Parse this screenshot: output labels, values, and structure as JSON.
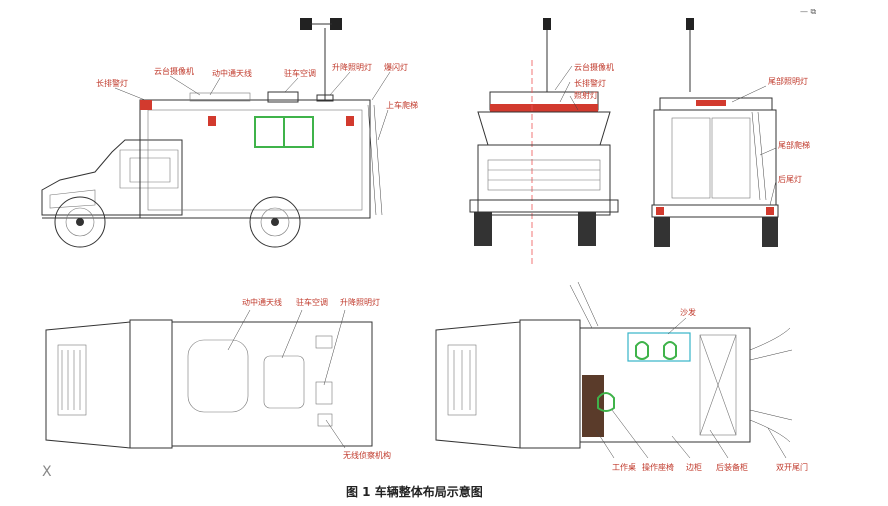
{
  "top_right_mark": "— ⧉",
  "side_view": {
    "labels": {
      "light_bar": "长排警灯",
      "ptz_camera": "云台摄像机",
      "mobile_antenna": "动中通天线",
      "parking_ac": "驻车空调",
      "lift_light": "升降照明灯",
      "strobe_light": "爆闪灯",
      "boarding_ladder": "上车爬梯"
    }
  },
  "front_view": {
    "labels": {
      "ptz_camera": "云台摄像机",
      "light_bar": "长排警灯",
      "flood_light": "照射灯"
    }
  },
  "rear_view": {
    "labels": {
      "tail_light": "尾部照明灯",
      "tail_ladder": "尾部爬梯",
      "rear_lamp": "后尾灯"
    }
  },
  "top_view": {
    "labels": {
      "mobile_antenna": "动中通天线",
      "parking_ac": "驻车空调",
      "lift_light": "升降照明灯",
      "wireless_relay": "无线侦察机构"
    }
  },
  "interior_view": {
    "labels": {
      "sofa": "沙发",
      "workbench": "工作桌",
      "operator_seat": "操作座椅",
      "side_cabinet": "边柜",
      "rear_cabinet": "后装备柜",
      "double_rear_door": "双开尾门"
    }
  },
  "corner_mark": "X",
  "caption": "图 1 车辆整体布局示意图"
}
